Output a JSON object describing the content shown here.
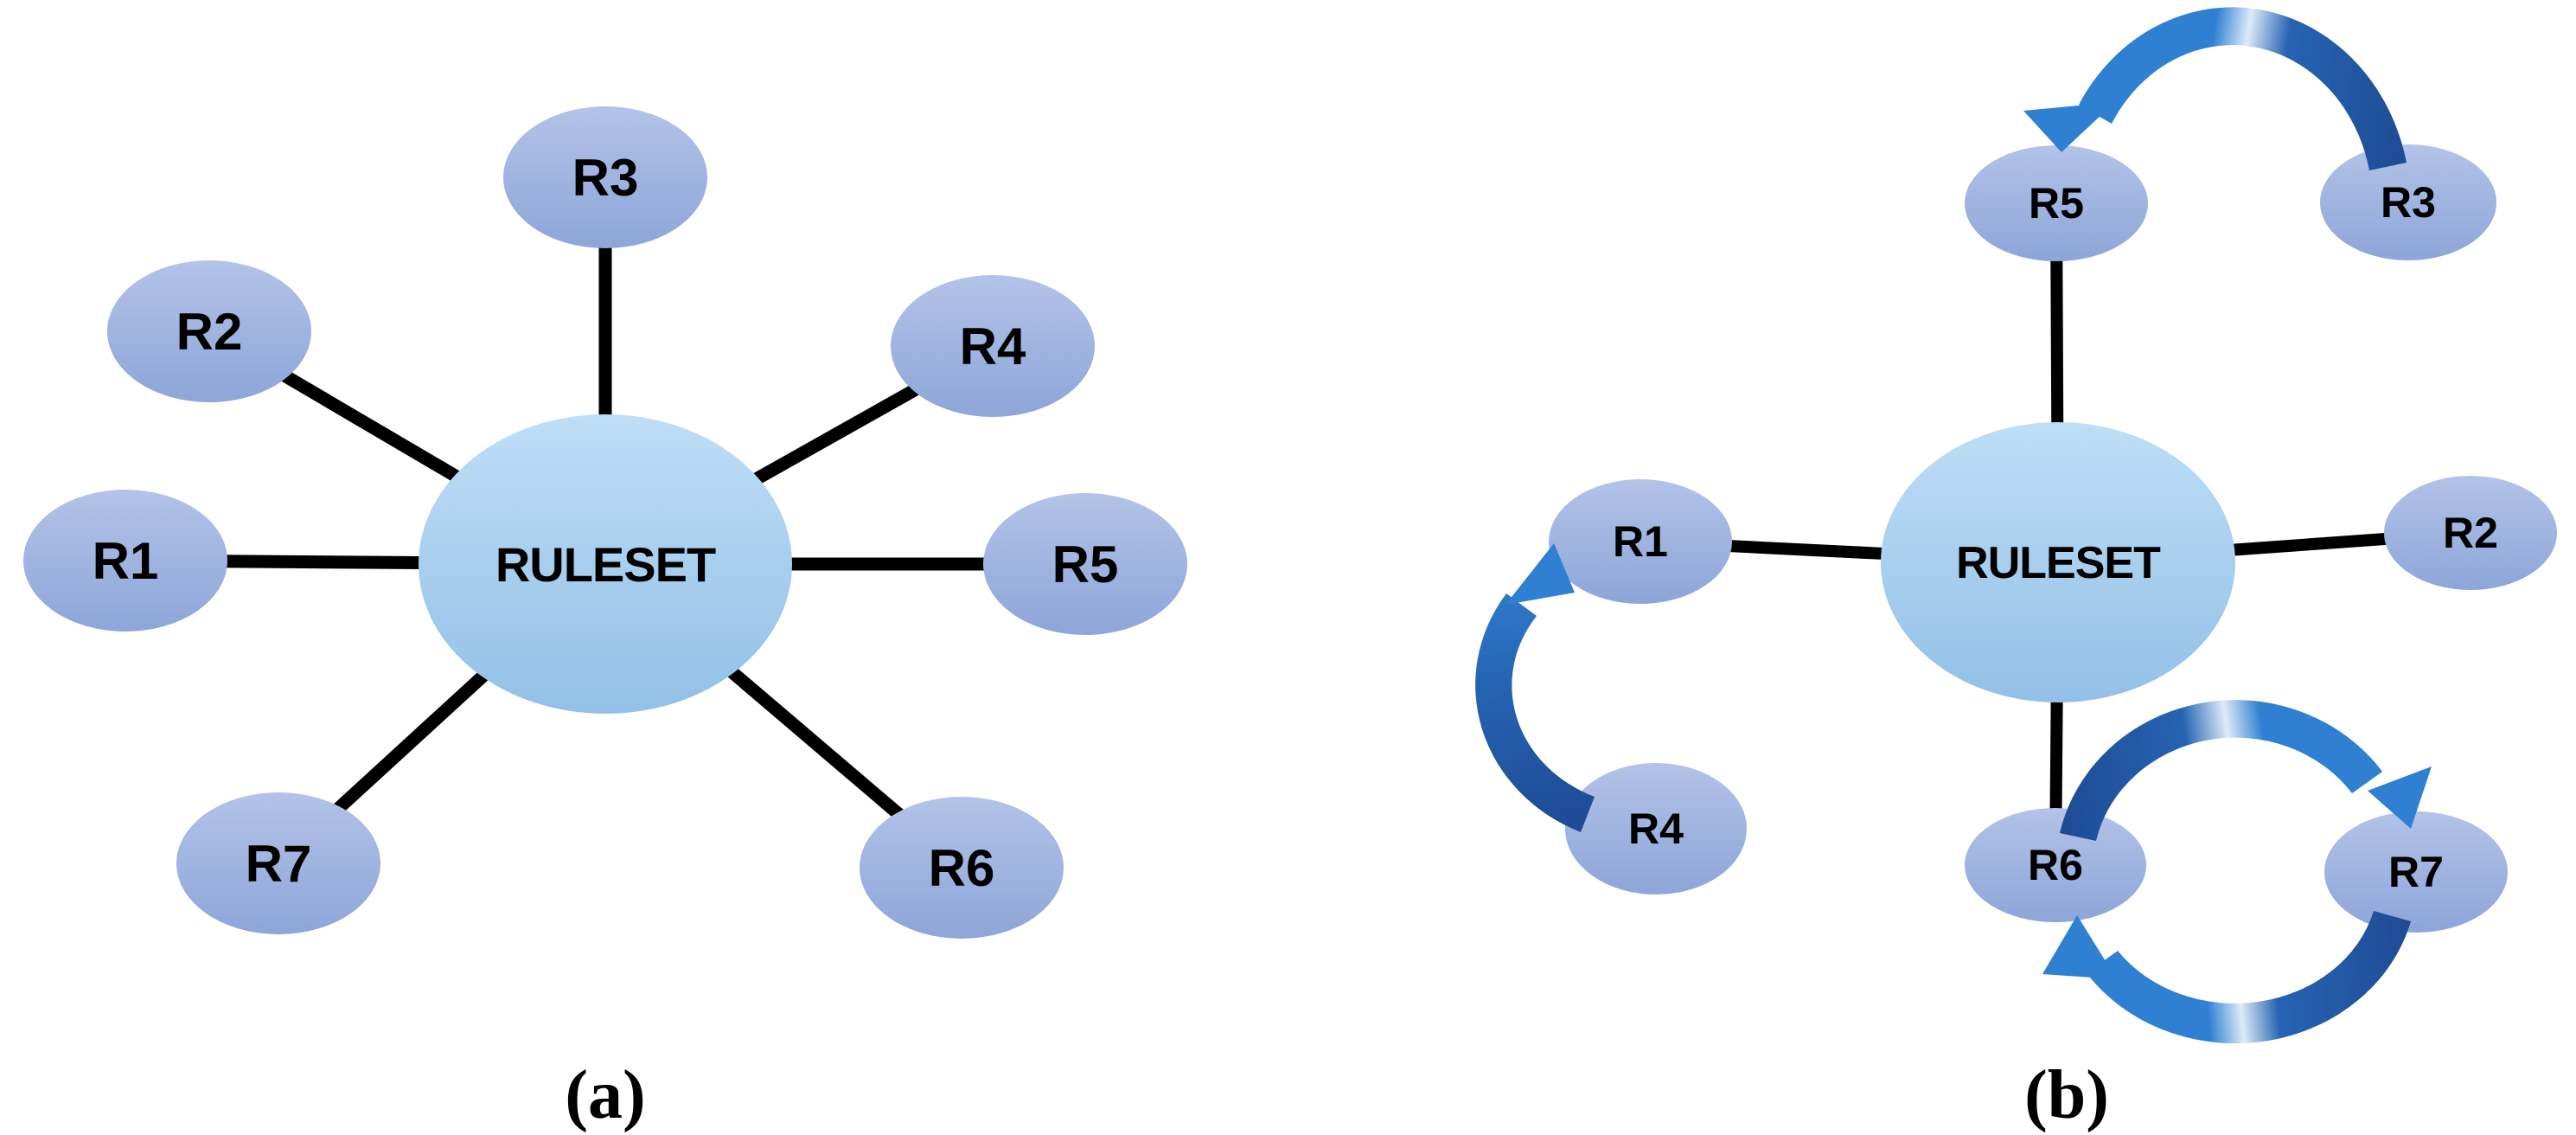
{
  "figure": {
    "caption_a": "(a)",
    "caption_b": "(b)",
    "diagram_a": {
      "center_label": "RULESET",
      "nodes": [
        "R1",
        "R2",
        "R3",
        "R4",
        "R5",
        "R6",
        "R7"
      ],
      "edges": [
        {
          "from": "RULESET",
          "to": "R1"
        },
        {
          "from": "RULESET",
          "to": "R2"
        },
        {
          "from": "RULESET",
          "to": "R3"
        },
        {
          "from": "RULESET",
          "to": "R4"
        },
        {
          "from": "RULESET",
          "to": "R5"
        },
        {
          "from": "RULESET",
          "to": "R6"
        },
        {
          "from": "RULESET",
          "to": "R7"
        }
      ]
    },
    "diagram_b": {
      "center_label": "RULESET",
      "nodes": [
        "R1",
        "R2",
        "R3",
        "R4",
        "R5",
        "R6",
        "R7"
      ],
      "edges": [
        {
          "from": "RULESET",
          "to": "R1"
        },
        {
          "from": "RULESET",
          "to": "R2"
        },
        {
          "from": "RULESET",
          "to": "R5"
        },
        {
          "from": "RULESET",
          "to": "R6"
        }
      ],
      "arrows": [
        {
          "from": "R3",
          "to": "R5"
        },
        {
          "from": "R4",
          "to": "R1"
        },
        {
          "from": "R6",
          "to": "R7"
        },
        {
          "from": "R7",
          "to": "R6"
        }
      ]
    },
    "colors": {
      "background": "#ffffff",
      "edge": "#000000",
      "label": "#000000",
      "node_top": "#b3c3e8",
      "node_bottom": "#8da5d8",
      "center_top": "#bedef6",
      "center_bottom": "#93c0e7",
      "arrow_dark": "#1e4b94",
      "arrow_mid": "#2663b2",
      "arrow_pinch": "#dcebf8",
      "arrow_bright": "#2f80d2"
    }
  }
}
